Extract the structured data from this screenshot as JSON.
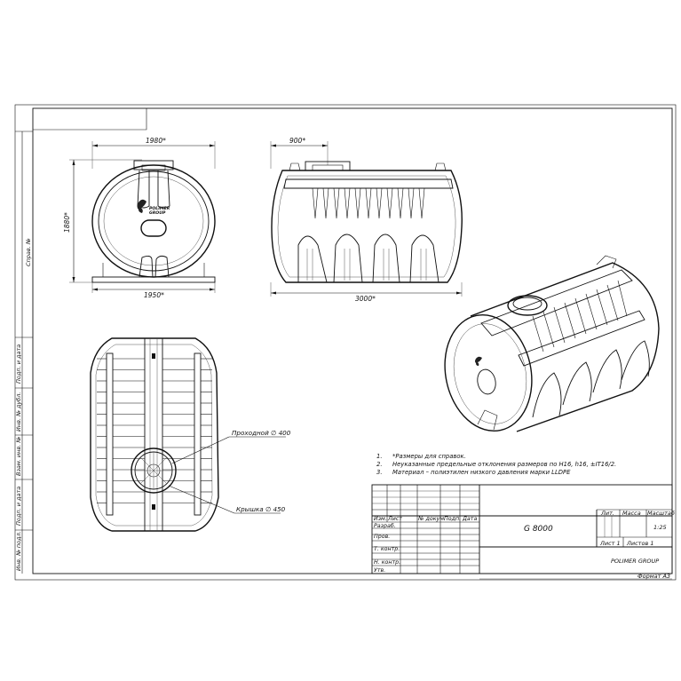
{
  "dimensions": {
    "front_width_top": "1980*",
    "front_width_bottom": "1950*",
    "front_height": "1880*",
    "side_length": "3000*",
    "side_hatch_offset": "900*"
  },
  "logo": {
    "line1": "POLIMER",
    "line2": "GROUP"
  },
  "callouts": {
    "manhole": "Проходной ∅ 400",
    "lid": "Крышка ∅ 450"
  },
  "notes": [
    {
      "num": "1.",
      "text": "*Размеры для справок."
    },
    {
      "num": "2.",
      "text": "Неуказанные предельные отклонения размеров по H16, h16, ±IT16/2."
    },
    {
      "num": "3.",
      "text": "Материал – полиэтилен низкого давления марки LLDPE"
    }
  ],
  "left_strip": {
    "top_label": "Справ. №",
    "fields": [
      "Подп. и дата",
      "Инв. № дубл.",
      "Взам. инв. №",
      "Подп. и дата",
      "Инв. № подл."
    ]
  },
  "title_block": {
    "header_cells": [
      "Изм.",
      "Лист",
      "№ докум.",
      "Подп.",
      "Дата"
    ],
    "role_rows": [
      "Разраб.",
      "Пров.",
      "Т. контр.",
      "",
      "Н. контр.",
      "Утв."
    ],
    "designation": "G 8000",
    "col_lit": "Лит.",
    "col_mass": "Масса",
    "col_scale": "Масштаб",
    "scale_value": "1:25",
    "sheet": "Лист 1",
    "sheets": "Листов 1",
    "company": "POLIMER GROUP",
    "format": "Формат A3"
  }
}
